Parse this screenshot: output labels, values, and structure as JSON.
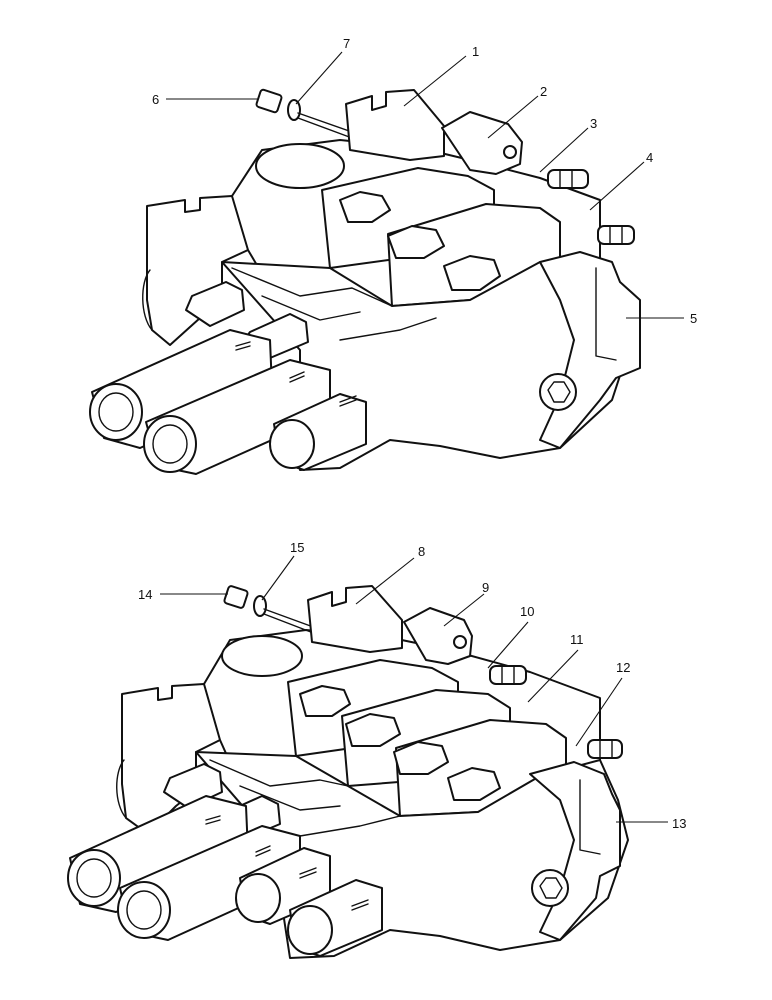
{
  "figure": {
    "top_assembly": {
      "callouts": [
        {
          "id": "1",
          "label": "1"
        },
        {
          "id": "2",
          "label": "2"
        },
        {
          "id": "3",
          "label": "3"
        },
        {
          "id": "4",
          "label": "4"
        },
        {
          "id": "5",
          "label": "5"
        },
        {
          "id": "6",
          "label": "6"
        },
        {
          "id": "7",
          "label": "7"
        }
      ]
    },
    "bottom_assembly": {
      "callouts": [
        {
          "id": "8",
          "label": "8"
        },
        {
          "id": "9",
          "label": "9"
        },
        {
          "id": "10",
          "label": "10"
        },
        {
          "id": "11",
          "label": "11"
        },
        {
          "id": "12",
          "label": "12"
        },
        {
          "id": "13",
          "label": "13"
        },
        {
          "id": "14",
          "label": "14"
        },
        {
          "id": "15",
          "label": "15"
        }
      ]
    }
  }
}
